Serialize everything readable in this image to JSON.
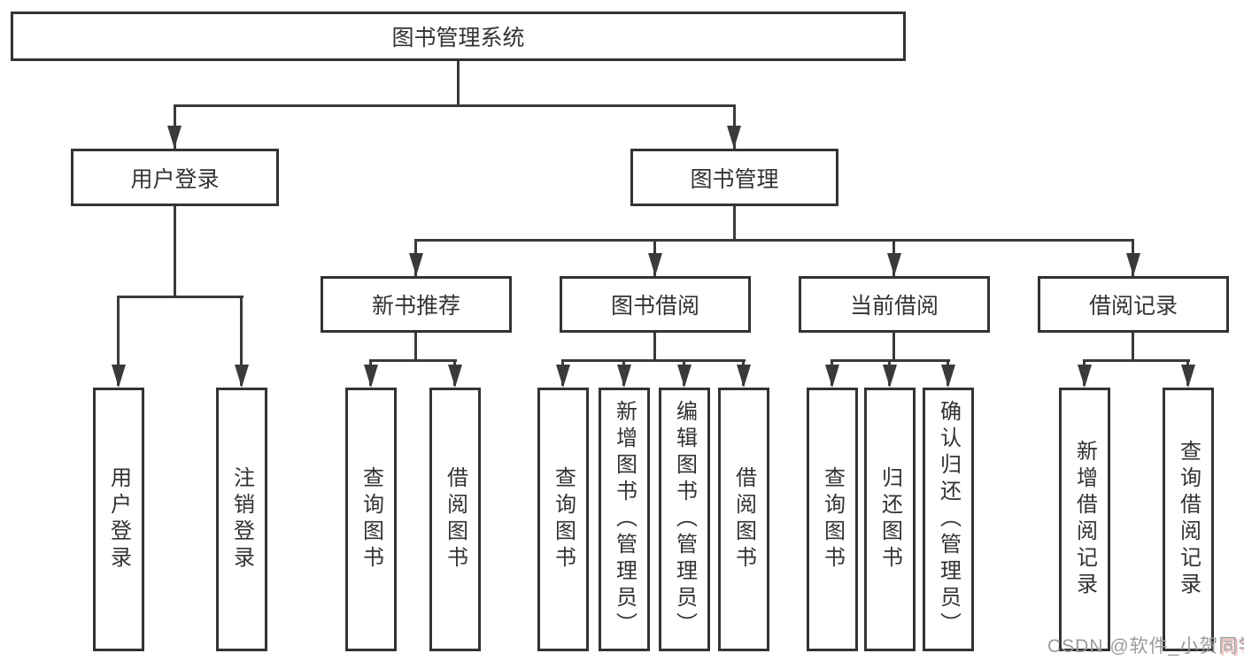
{
  "diagram": {
    "root": {
      "label": "图书管理系统"
    },
    "level2": [
      {
        "label": "用户登录"
      },
      {
        "label": "图书管理"
      }
    ],
    "level3": [
      {
        "label": "新书推荐"
      },
      {
        "label": "图书借阅"
      },
      {
        "label": "当前借阅"
      },
      {
        "label": "借阅记录"
      }
    ],
    "leaves": {
      "user_login": [
        "用户登录",
        "注销登录"
      ],
      "new_book": [
        "查询图书",
        "借阅图书"
      ],
      "book_borrow": [
        "查询图书",
        "新增图书（管理员）",
        "编辑图书（管理员）",
        "借阅图书"
      ],
      "current_borrow": [
        "查询图书",
        "归还图书",
        "确认归还（管理员）"
      ],
      "borrow_record": [
        "新增借阅记录",
        "查询借阅记录"
      ]
    },
    "colors": {
      "line": "#3a3a3a",
      "box_border": "#333333",
      "text": "#333333",
      "background": "#ffffff",
      "watermark_gray": "#9b9b9b",
      "watermark_pink": "#f3b6b6"
    },
    "watermark": {
      "text": "CSDN @软件_小贺同学",
      "prefix": "CSDN @软件_小贺",
      "suffix": "同学"
    }
  }
}
